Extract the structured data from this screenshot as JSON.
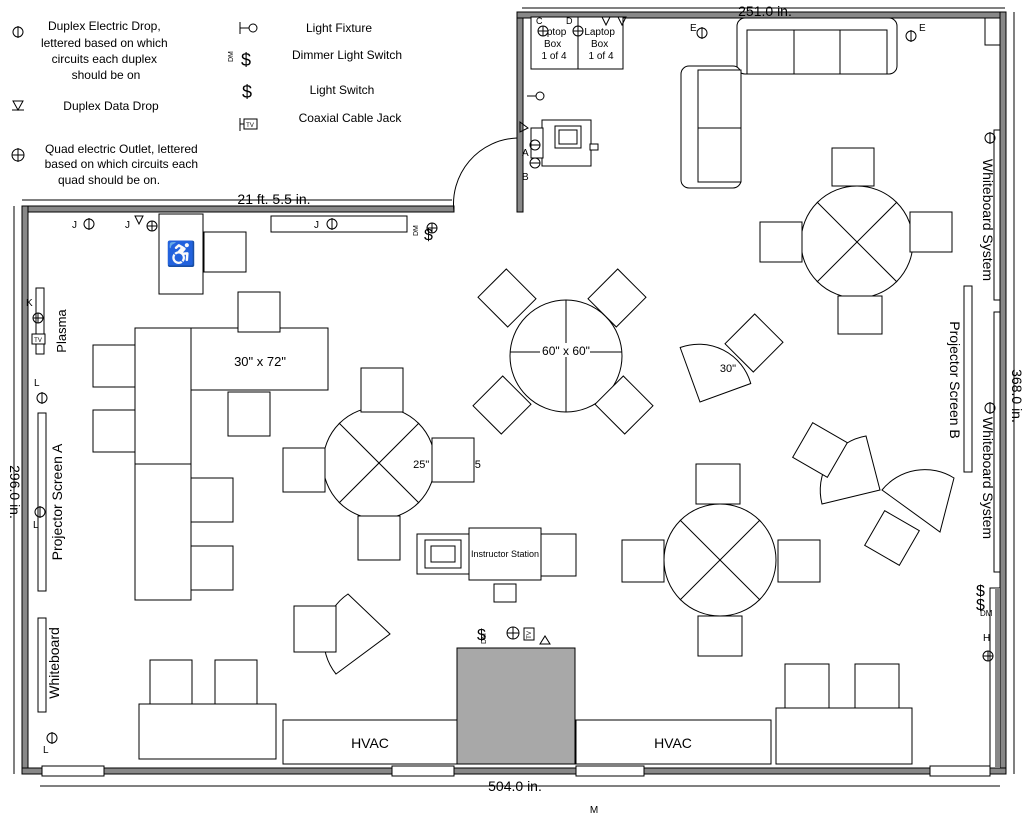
{
  "legend": {
    "duplex_electric": [
      "Duplex Electric Drop,",
      "lettered based on which",
      "circuits each duplex",
      "should be on"
    ],
    "duplex_data": "Duplex Data Drop",
    "quad_electric": [
      "Quad electric Outlet, lettered",
      "based on which circuits each",
      "quad should be on."
    ],
    "light_fixture": "Light Fixture",
    "dimmer_switch": "Dimmer Light Switch",
    "light_switch": "Light Switch",
    "coax_jack": "Coaxial Cable Jack",
    "dm": "DM",
    "tv": "TV"
  },
  "dimensions": {
    "top": "251.0 in.",
    "upper_left": "21 ft. 5.5 in.",
    "right": "368.0 in.",
    "left": "296.0 in.",
    "bottom": "504.0 in."
  },
  "labels": {
    "hvac": "HVAC",
    "instructor_station": "Instructor Station",
    "table_30x72": "30\" x 72\"",
    "table_60x60": "60\" x 60\"",
    "table_25x25": "25\" x 25\" x 35",
    "table_30": "30\"",
    "plasma": "Plasma",
    "projector_a": "Projector Screen A",
    "projector_b": "Projector Screen B",
    "whiteboard": "Whiteboard",
    "whiteboard_system": "Whiteboard System",
    "whiteboard_system_2": "Whiteboard System",
    "laptop_box_1": [
      "ptop",
      "Box",
      "1 of 4"
    ],
    "laptop_box_2": [
      "Laptop",
      "Box",
      "1 of 4"
    ],
    "m": "M"
  },
  "circuits": {
    "j1": "J",
    "j2": "J",
    "j3": "J",
    "k": "K",
    "l1": "L",
    "l2": "L",
    "l3": "L",
    "e1": "E",
    "e2": "E",
    "c": "C",
    "d": "D",
    "a": "A",
    "b": "B",
    "h": "H",
    "dm1": "DM",
    "dm2": "DM",
    "dm3": "DM",
    "tv1": "TV",
    "tv2": "TV"
  }
}
